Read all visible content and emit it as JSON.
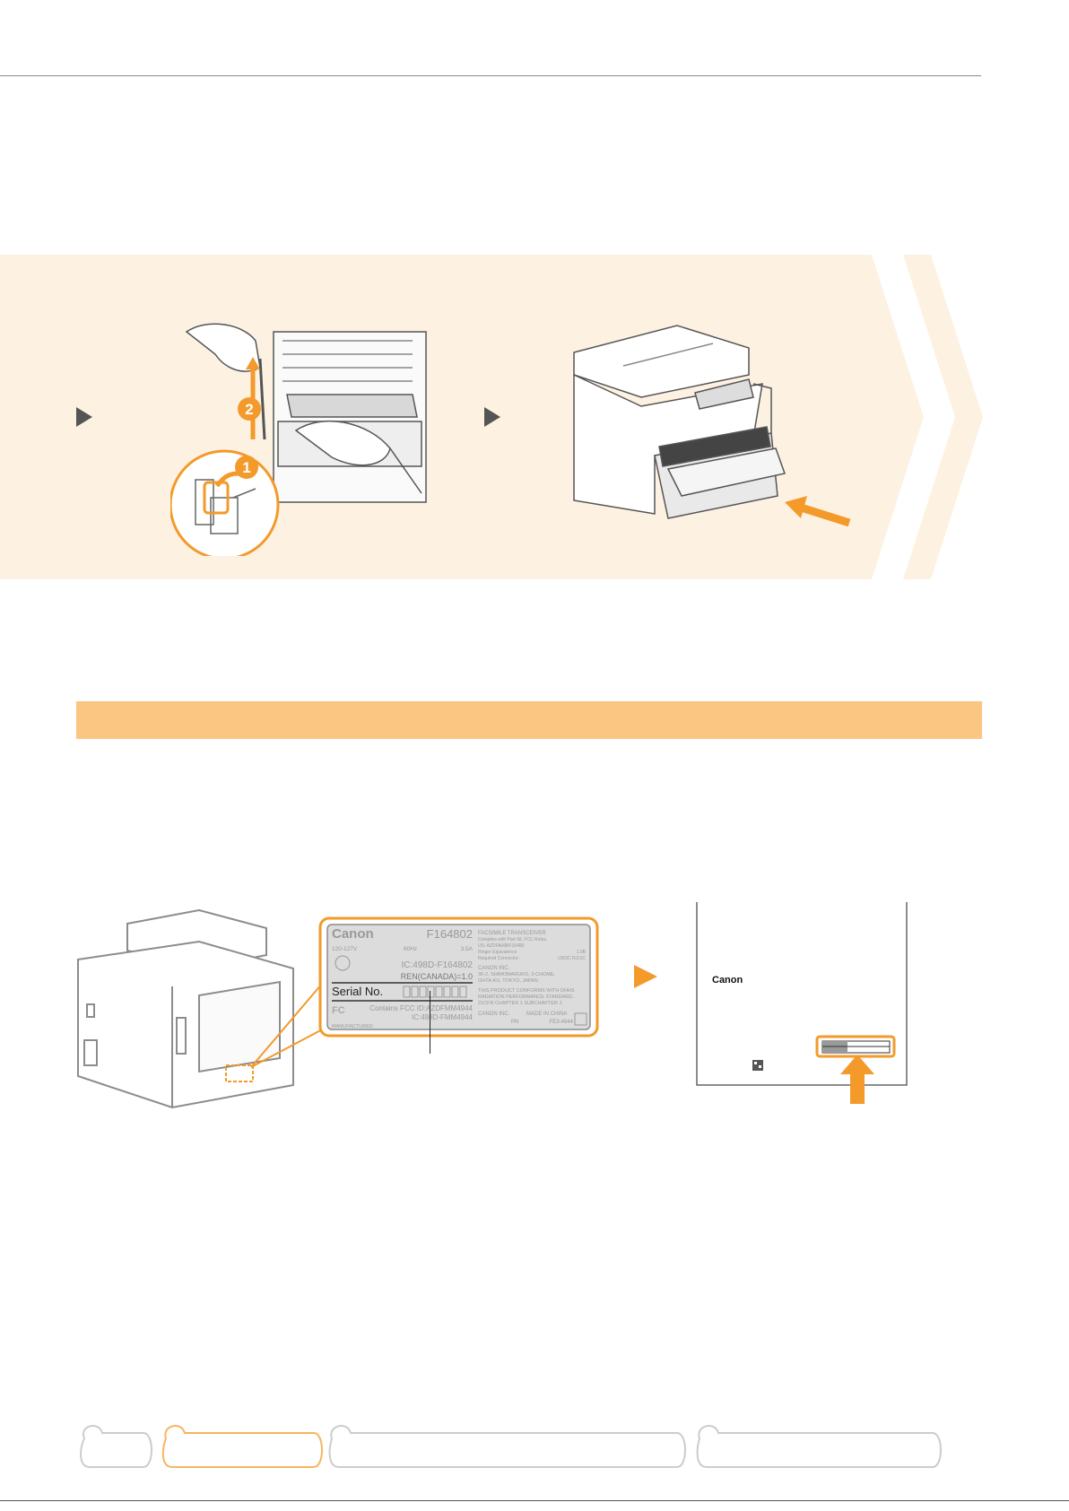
{
  "colors": {
    "accent": "#f39a2b",
    "band": "#fdf2e2",
    "section_bar": "#fbc582",
    "label_gray": "#8c8c8c"
  },
  "step_callouts": {
    "one": "1",
    "two": "2"
  },
  "rating_label": {
    "brand": "Canon",
    "model": "F164802",
    "voltage": "120-127V",
    "frequency": "60Hz",
    "current": "3.5A",
    "ic_line": "IC:498D-F164802",
    "canada_line": "REN(CANADA)=1.0",
    "serial_label": "Serial No.",
    "fcc_contains": "Contains FCC ID:AZDFMM4944",
    "ic_contains": "IC:498D-FMM4944",
    "manufactured": "MANUFACTURED",
    "right_title": "FACSIMILE TRANSCEIVER",
    "right_comply": "Complies with Part 68, FCC Rules.",
    "right_us": "US: AZDFA06BF16480",
    "right_ringer": "Ringer Equivalence",
    "ringer_value": "1.0B",
    "right_connector": "Required Connector:",
    "connector_value": "USOC RJ11C",
    "company": "CANON INC.",
    "address_1": "30-2, SHIMOMARUKO, 3-CHOME,",
    "address_2": "OHTA-KU, TOKYO, JAPAN",
    "conform_1": "THIS PRODUCT CONFORMS WITH DHHS",
    "conform_2": "RADIATION PERFORMANCE STANDARD,",
    "conform_3": "21CFR CHAPTER 1 SUBCHAPTER J.",
    "made_company": "CANON INC.",
    "made_in": "MADE IN CHINA",
    "pn": "PN",
    "pn_code": "FE3-4944"
  },
  "warranty_card": {
    "brand": "Canon"
  }
}
